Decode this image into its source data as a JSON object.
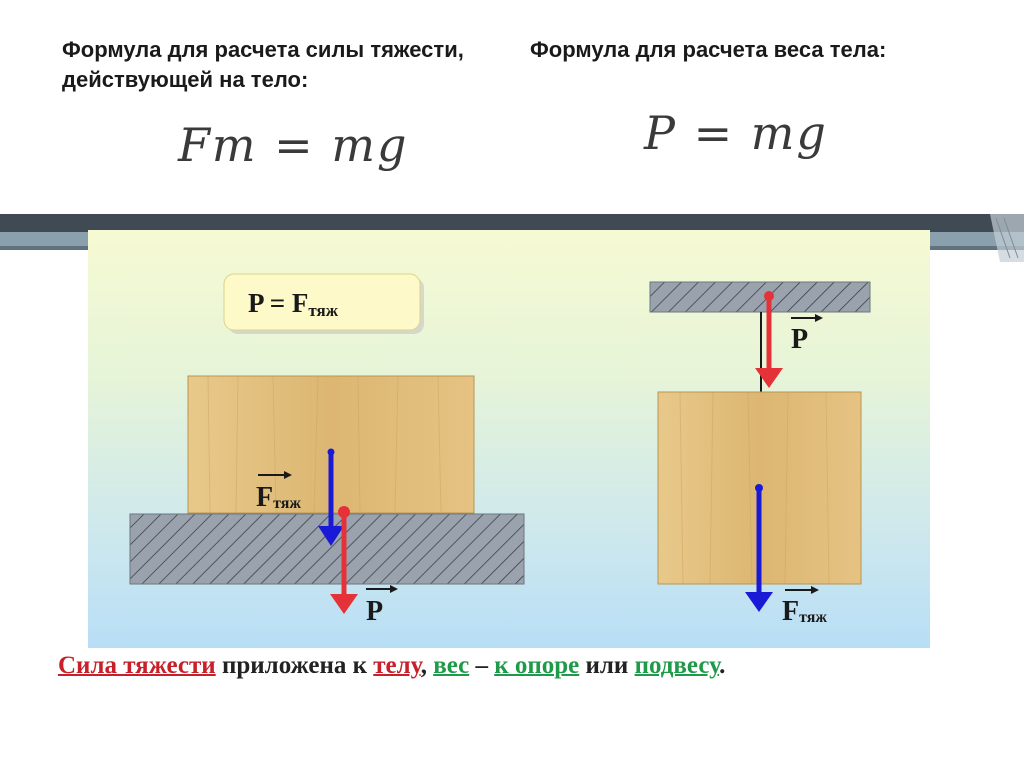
{
  "header": {
    "left_text": "Формула для расчета силы тяжести, действующей на тело:",
    "right_text": "Формула для расчета веса тела:",
    "left_formula": "Fт = mg",
    "right_formula": "P = mg"
  },
  "diagram": {
    "equation": {
      "lhs": "P = ",
      "f": "F",
      "sub": "тяж"
    },
    "left_labels": {
      "f": "F",
      "f_sub": "тяж",
      "p": "P"
    },
    "right_labels": {
      "p": "P",
      "f": "F",
      "f_sub": "тяж"
    },
    "colors": {
      "weight_arrow": "#e53238",
      "gravity_arrow": "#1a1ad6",
      "wood": "#e0bd78",
      "hatch": "#9aa3ad"
    }
  },
  "caption": {
    "gravity": "Сила тяжести",
    "t1": " приложена к ",
    "body": "телу",
    "comma": ", ",
    "weight": "вес",
    "dash": " – ",
    "support": "к опоре",
    "or": " или ",
    "suspension": "подвесу",
    "end": "."
  }
}
